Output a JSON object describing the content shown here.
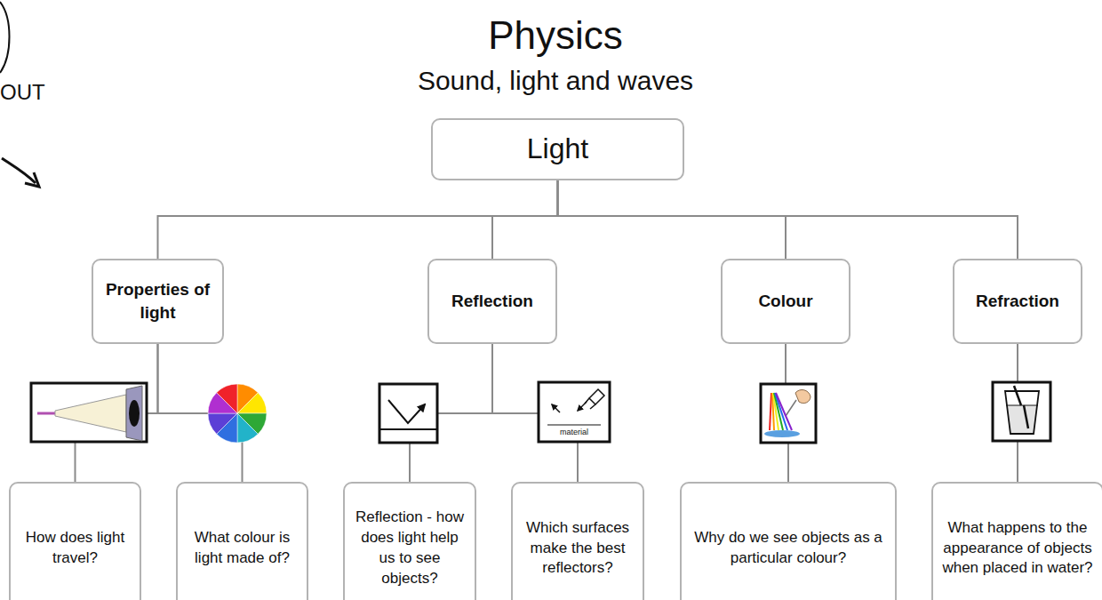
{
  "diagram": {
    "title": "Physics",
    "nodes": [
      {
        "text": [
          "Light"
        ]
      },
      {
        "text": [
          "Properties of light"
        ]
      },
      {
        "text": [
          "Reflection"
        ]
      },
      {
        "text": [
          "Colour"
        ]
      },
      {
        "text": [
          "Refraction"
        ]
      },
      {
        "text": [
          "How does light travel?"
        ]
      },
      {
        "text": [
          "What colour is light made of?"
        ]
      },
      {
        "text": [
          "Reflection - how does light help us to see objects?"
        ]
      },
      {
        "text": [
          "Which surfaces make the best reflectors?"
        ]
      },
      {
        "text": [
          "Why do we see objects as a particular colour?"
        ]
      },
      {
        "text": [
          "What happens to the appearance of objects when placed in water?"
        ]
      }
    ],
    "edges": [
      {
        "from": 0,
        "to": 1,
        "arrow": "none"
      },
      {
        "from": 0,
        "to": 2,
        "arrow": "none"
      },
      {
        "from": 0,
        "to": 3,
        "arrow": "none"
      },
      {
        "from": 0,
        "to": 4,
        "arrow": "none"
      },
      {
        "from": 1,
        "to": 5,
        "arrow": "none"
      },
      {
        "from": 1,
        "to": 6,
        "arrow": "none"
      },
      {
        "from": 2,
        "to": 7,
        "arrow": "none"
      },
      {
        "from": 2,
        "to": 8,
        "arrow": "none"
      },
      {
        "from": 3,
        "to": 9,
        "arrow": "none"
      },
      {
        "from": 4,
        "to": 10,
        "arrow": "none"
      }
    ],
    "labels": [
      "Sound, light and waves",
      "OUT",
      "material"
    ]
  }
}
